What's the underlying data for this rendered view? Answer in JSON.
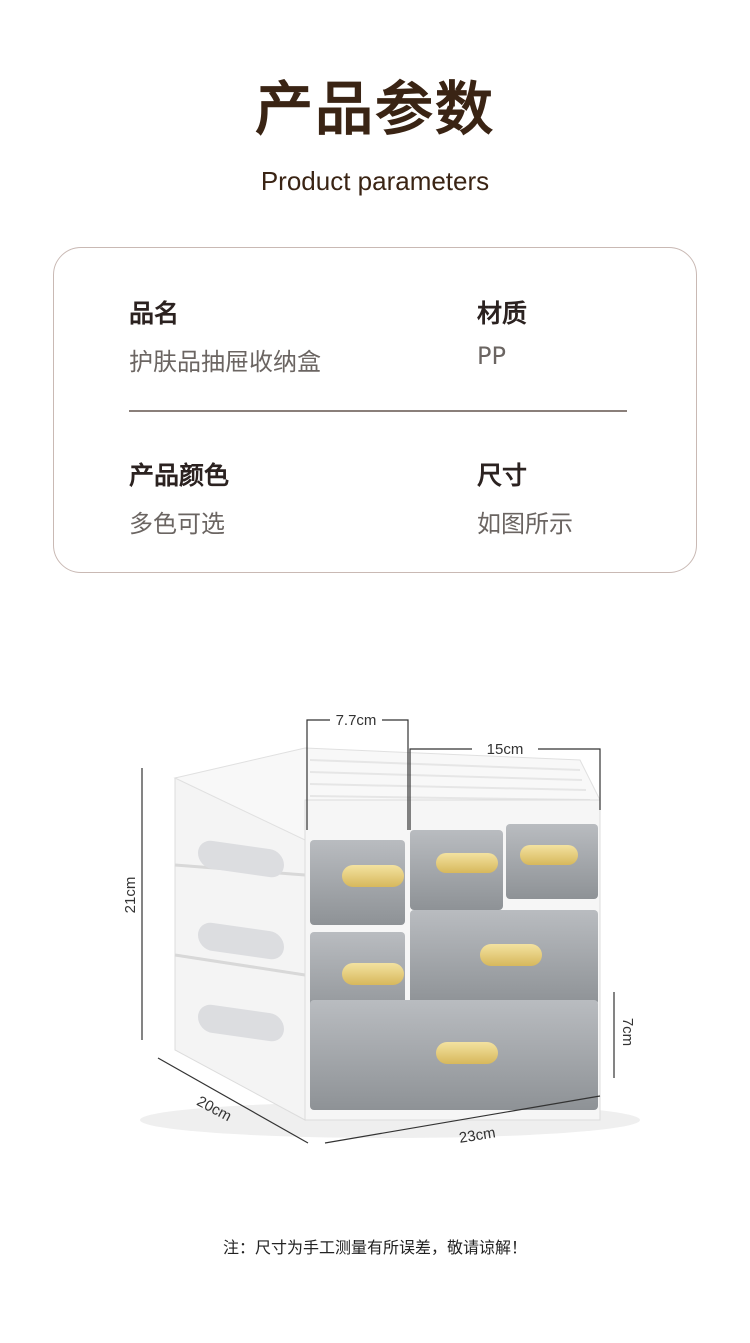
{
  "header": {
    "title": "产品参数",
    "subtitle": "Product parameters"
  },
  "params": [
    {
      "label": "品名",
      "value": "护肤品抽屉收纳盒"
    },
    {
      "label": "材质",
      "value": "PP"
    },
    {
      "label": "产品颜色",
      "value": "多色可选"
    },
    {
      "label": "尺寸",
      "value": "如图所示"
    }
  ],
  "dimensions": {
    "drawer_width": "7.7cm",
    "double_width": "15cm",
    "height": "21cm",
    "drawer_height": "7cm",
    "depth": "20cm",
    "width": "23cm"
  },
  "note": "注：尺寸为手工测量有所误差，敬请谅解！",
  "colors": {
    "title": "#3a2414",
    "card_border": "#c9b9b4",
    "handle_gold": "#e8cf7a"
  }
}
